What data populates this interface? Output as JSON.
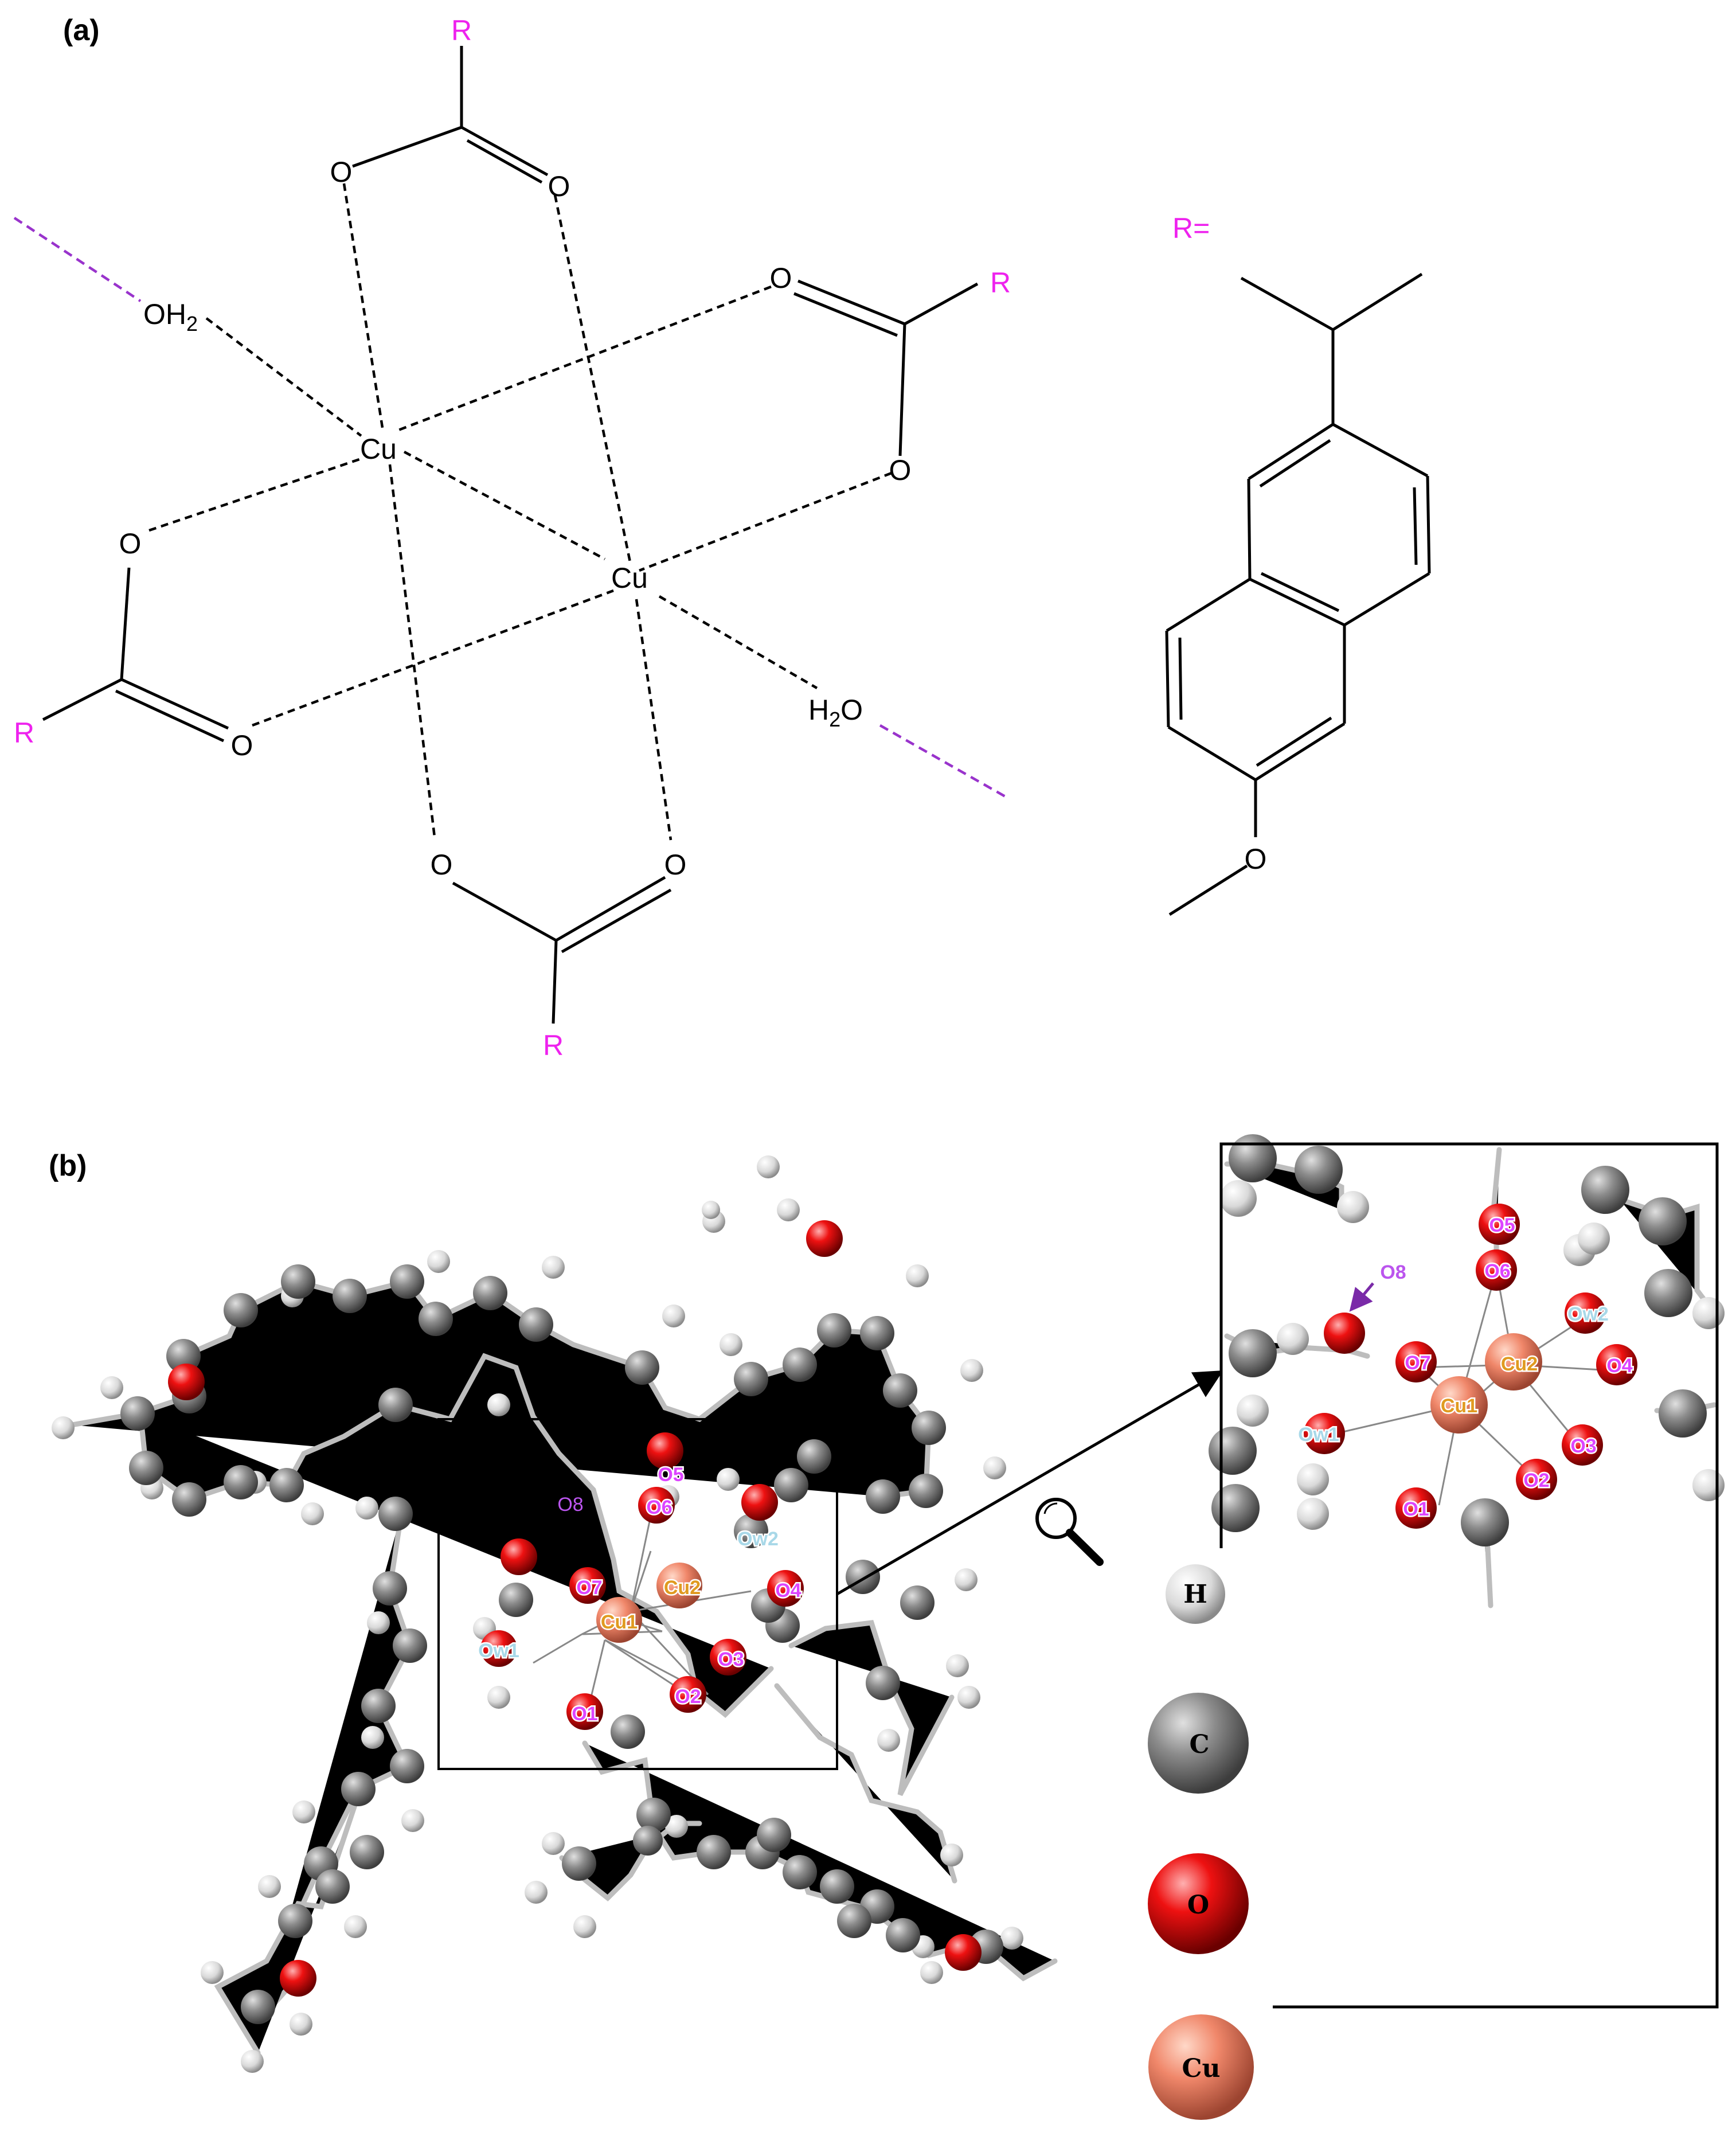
{
  "panel_a": {
    "label": "(a)",
    "r_definition": "R=",
    "r_group": "R",
    "metal": "Cu",
    "oxygen": "O",
    "water_left": "OH2",
    "water_right": "H2O"
  },
  "panel_b": {
    "label": "(b)",
    "atom_labels": [
      "O8",
      "O5",
      "O6",
      "Ow2",
      "O7",
      "Cu2",
      "O4",
      "Cu1",
      "Ow1",
      "O3",
      "O2",
      "O1"
    ],
    "zoom_labels": [
      "O5",
      "O6",
      "O8",
      "Ow2",
      "O7",
      "Cu2",
      "O4",
      "Cu1",
      "Ow1",
      "O3",
      "O2",
      "O1"
    ],
    "legend": [
      "H",
      "C",
      "O",
      "Cu"
    ]
  },
  "colors": {
    "r_group": "#ee22ee",
    "hydrogen_bond": "#9933cc",
    "hydrogen": "#eeeeee",
    "carbon": "#808080",
    "oxygen": "#dd0000",
    "copper": "#f08a6e",
    "oxygen_label": "#dd44ff",
    "cu_label": "#e09a20",
    "water_label": "#a8d8e8"
  },
  "icons": [
    "magnifier-icon"
  ]
}
